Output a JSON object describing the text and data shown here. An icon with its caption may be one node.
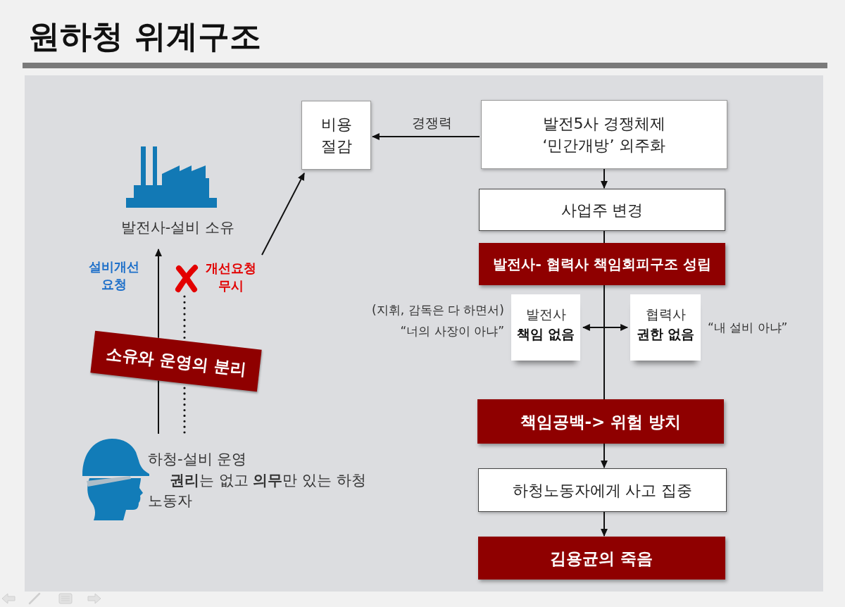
{
  "diagram": {
    "title": "원하청 위계구조",
    "nodes": [
      {
        "text": [
          "발전사-설비 소유"
        ]
      },
      {
        "text": [
          "비용 절감"
        ]
      },
      {
        "text": [
          "발전5사 경쟁체제 ‘민간개방’ 외주화"
        ]
      },
      {
        "text": [
          "사업주 변경"
        ]
      },
      {
        "text": [
          "발전사- 협력사 책임회피구조 성립"
        ]
      },
      {
        "text": [],
        "shape": "cross"
      },
      {
        "text": [
          "개선요청 무시"
        ]
      },
      {
        "text": [
          "발전사",
          "책임 없음"
        ],
        "beside": [
          "(지휘, 감독은 다 하면서)",
          "“너의 사장이 아냐”"
        ]
      },
      {
        "text": [
          "협력사",
          "권한 없음"
        ],
        "beside": [
          "“내 설비 아냐”"
        ]
      },
      {
        "text": [
          "소유와 운영의 분리"
        ]
      },
      {
        "text": [
          "책임공백-> 위험 방치"
        ]
      },
      {
        "text": [
          "하청-설비 운영",
          "**권리**는 없고 **의무**만 있는 하청 노동자"
        ]
      },
      {
        "text": [
          "하청노동자에게 사고 집중"
        ]
      },
      {
        "text": [
          "김용균의 죽음"
        ]
      }
    ],
    "edges": [
      {
        "from": 2,
        "to": 1,
        "arrow": "to",
        "label": "경쟁력"
      },
      {
        "from": 2,
        "to": 3,
        "arrow": "to"
      },
      {
        "from": 3,
        "to": 4,
        "arrow": "none"
      },
      {
        "from": 4,
        "to": 10,
        "arrow": "none"
      },
      {
        "from": 7,
        "to": 8,
        "arrow": "both"
      },
      {
        "from": 10,
        "to": 12,
        "arrow": "to"
      },
      {
        "from": 12,
        "to": 13,
        "arrow": "to"
      },
      {
        "from": 11,
        "to": 9,
        "arrow": "none"
      },
      {
        "from": 9,
        "to": 0,
        "arrow": "to",
        "label": "설비개선 요청"
      },
      {
        "from": 11,
        "to": 9,
        "arrow": "none",
        "style": "dashed"
      },
      {
        "from": 9,
        "to": 5,
        "arrow": "none",
        "style": "dashed"
      },
      {
        "from": 6,
        "to": 1,
        "arrow": "to"
      }
    ]
  }
}
